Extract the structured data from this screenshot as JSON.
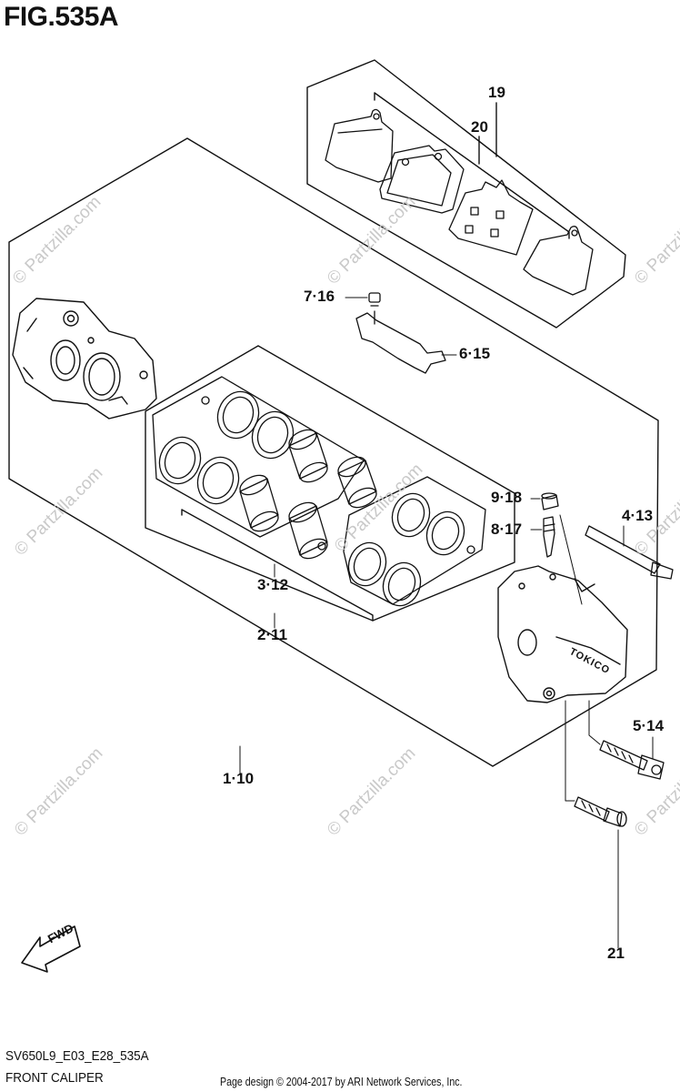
{
  "figure": {
    "title": "FIG.535A",
    "code": "SV650L9_E03_E28_535A",
    "subtitle": "FRONT CALIPER",
    "credit": "Page design © 2004-2017 by ARI Network Services, Inc."
  },
  "callouts": {
    "c19": "19",
    "c20": "20",
    "c7_16": "7·16",
    "c6_15": "6·15",
    "c9_18": "9·18",
    "c8_17": "8·17",
    "c4_13": "4·13",
    "c3_12": "3·12",
    "c2_11": "2·11",
    "c5_14": "5·14",
    "c1_10": "1·10",
    "c21": "21"
  },
  "fwd_label": "FWD",
  "caliper_lettering": "TOKICO",
  "watermark": "© Partzilla.com",
  "icons": [
    "fwd-arrow-icon"
  ]
}
